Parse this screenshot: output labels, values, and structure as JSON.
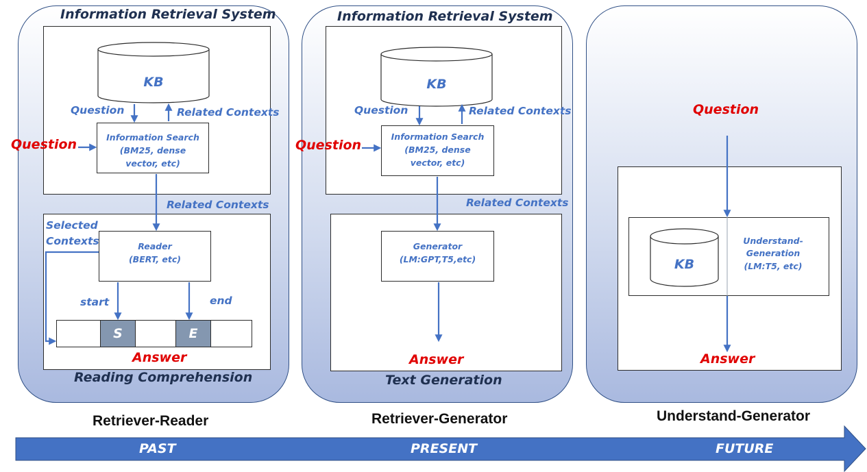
{
  "colors": {
    "accent_blue": "#4472c4",
    "answer_red": "#e00000",
    "timeline_blue": "#4472c4"
  },
  "panel1": {
    "title": "Information Retrieval System",
    "kb": "KB",
    "question_arrow_label": "Question",
    "related_contexts_up": "Related Contexts",
    "question_input": "Question",
    "search_box": [
      "Information Search",
      "(BM25, dense",
      "vector, etc)"
    ],
    "related_contexts_down": "Related Contexts",
    "selected_contexts": [
      "Selected",
      "Contexts"
    ],
    "reader_box": [
      "Reader",
      "(BERT, etc)"
    ],
    "start": "start",
    "end": "end",
    "span_start": "S",
    "span_end": "E",
    "answer": "Answer",
    "footer": "Reading Comprehension"
  },
  "panel2": {
    "title": "Information Retrieval System",
    "kb": "KB",
    "question_arrow_label": "Question",
    "related_contexts_up": "Related Contexts",
    "question_input": "Question",
    "search_box": [
      "Information Search",
      "(BM25, dense",
      "vector, etc)"
    ],
    "related_contexts_down": "Related Contexts",
    "generator_box": [
      "Generator",
      "(LM:GPT,T5,etc)"
    ],
    "answer": "Answer",
    "footer": "Text Generation"
  },
  "panel3": {
    "question": "Question",
    "kb": "KB",
    "understand_box": [
      "Understand-",
      "Generation",
      "(LM:T5, etc)"
    ],
    "answer": "Answer"
  },
  "eras": [
    "Retriever-Reader",
    "Retriever-Generator",
    "Understand-Generator"
  ],
  "timeline": [
    "PAST",
    "PRESENT",
    "FUTURE"
  ]
}
